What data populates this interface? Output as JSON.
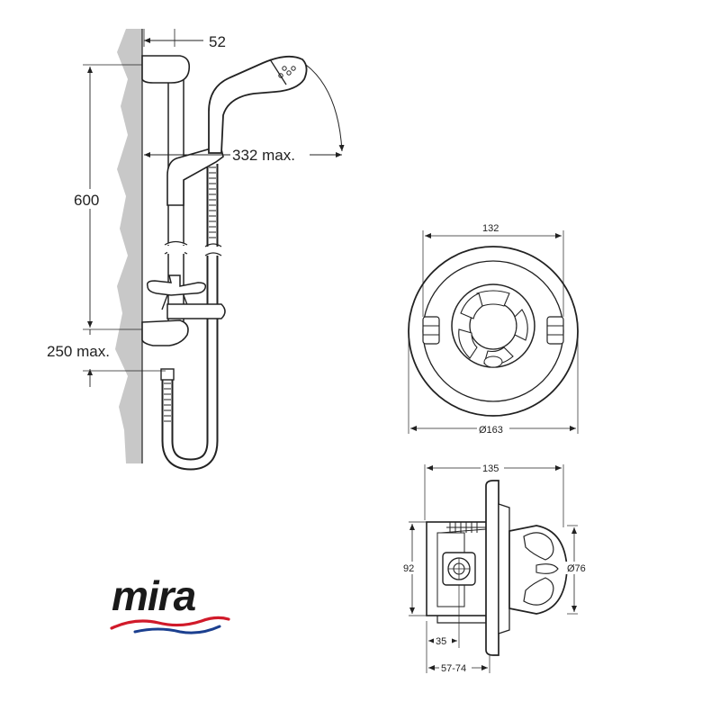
{
  "left_view": {
    "dims": {
      "wall_offset": "52",
      "rail_length": "600",
      "reach": "332 max.",
      "bottom_clearance": "250 max."
    }
  },
  "front_view": {
    "dims": {
      "width": "132",
      "diameter": "Ø163"
    }
  },
  "side_view": {
    "dims": {
      "depth": "135",
      "height": "92",
      "knob_diameter": "Ø76",
      "inlet_offset": "35",
      "box_depth": "57-74"
    }
  },
  "logo": {
    "text": "mira",
    "colors": {
      "red_wave": "#d11a2a",
      "blue_wave": "#1b3f8f"
    }
  },
  "colors": {
    "wall": "#c8c8c8",
    "ink": "#222222",
    "fill": "#ffffff"
  }
}
